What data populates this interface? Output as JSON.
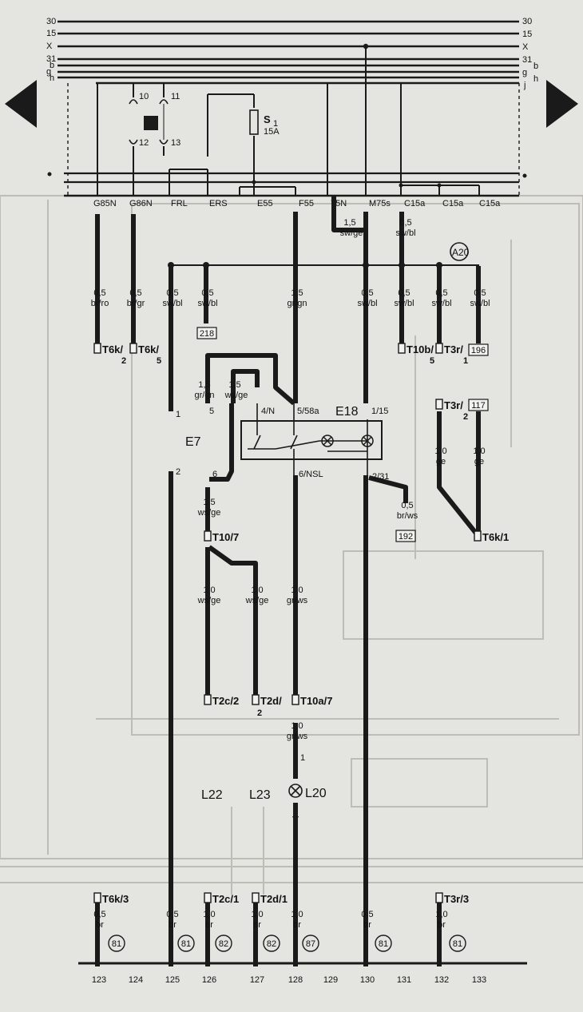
{
  "rails_left": [
    "30",
    "15",
    "X",
    "31",
    "b",
    "g",
    "h"
  ],
  "rails_right": [
    "30",
    "15",
    "X",
    "31",
    "b",
    "g",
    "h",
    "j"
  ],
  "relay_pins": {
    "p10": "10",
    "p12": "12",
    "p11": "11",
    "p13": "13"
  },
  "fuse": {
    "name": "S",
    "sub": "1",
    "rating": "15A"
  },
  "connectors_top": [
    "G85N",
    "G86N",
    "FRL",
    "ERS",
    "E55",
    "F55",
    "75N",
    "M75s",
    "C15a",
    "C15a",
    "C15a"
  ],
  "a20": "A20",
  "wires": {
    "w1": [
      "0,5",
      "br/ro"
    ],
    "w2": [
      "0,5",
      "br/gr"
    ],
    "w3": [
      "0,5",
      "sw/bl"
    ],
    "w4": [
      "0,5",
      "sw/bl"
    ],
    "w5": [
      "1,5",
      "gr/gn"
    ],
    "w6": [
      "0,5",
      "sw/bl"
    ],
    "w7": [
      "0,5",
      "sw/bl"
    ],
    "w8": [
      "0,5",
      "sw/bl"
    ],
    "w9": [
      "0,5",
      "sw/bl"
    ],
    "w10": [
      "1,5",
      "sw/ge"
    ],
    "w11": [
      "0,5",
      "sw/bl"
    ],
    "w12": [
      "1,5",
      "gr/gn"
    ],
    "w13": [
      "1,5",
      "ws/ge"
    ],
    "w14": [
      "1,5",
      "ws/ge"
    ],
    "w15": [
      "1,0",
      "ws/ge"
    ],
    "w16": [
      "1,0",
      "ws/ge"
    ],
    "w17": [
      "1,0",
      "gr/ws"
    ],
    "w18": [
      "1,0",
      "gr/ws"
    ],
    "w19": [
      "0,5",
      "br/ws"
    ],
    "w20": [
      "1,0",
      "ge"
    ],
    "w21": [
      "1,0",
      "ge"
    ]
  },
  "refs": {
    "r218": "218",
    "r196": "196",
    "r117": "117",
    "r192": "192"
  },
  "terminals_mid": [
    "T6k/",
    "2",
    "T6k/",
    "5",
    "T10b/",
    "5",
    "T3r/",
    "1",
    "T3r/",
    "2",
    "T10/7",
    "T2c/2",
    "T2d/",
    "2",
    "T10a/7",
    "T6k/1"
  ],
  "components": {
    "e7": "E7",
    "e18": "E18",
    "l22": "L22",
    "l23": "L23",
    "l20": "L20"
  },
  "switch_pins": {
    "p5": "5",
    "p1": "1",
    "p2": "2",
    "p6": "6",
    "p4n": "4/N",
    "p558a": "5/58a",
    "p115": "1/15",
    "p6nsl": "6/NSL",
    "p231": "2/31",
    "p1l": "1"
  },
  "bottom_terms": [
    "T6k/3",
    "T2c/1",
    "T2d/1",
    "T3r/3"
  ],
  "bottom_wires": [
    [
      "0,5",
      "br"
    ],
    [
      "0,5",
      "br"
    ],
    [
      "1,0",
      "br"
    ],
    [
      "1,0",
      "br"
    ],
    [
      "1,0",
      "br"
    ],
    [
      "0,5",
      "br"
    ],
    [
      "1,0",
      "br"
    ]
  ],
  "ground_refs": [
    "81",
    "81",
    "82",
    "82",
    "87",
    "81",
    "81"
  ],
  "columns": [
    "123",
    "124",
    "125",
    "126",
    "127",
    "128",
    "129",
    "130",
    "131",
    "132",
    "133"
  ]
}
